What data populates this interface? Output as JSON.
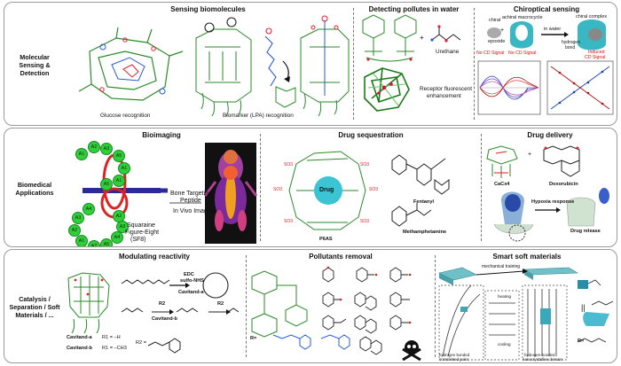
{
  "rows": [
    {
      "label": "Molecular Sensing & Detection"
    },
    {
      "label": "Biomedical Applications"
    },
    {
      "label": "Catalysis / Separation / Soft Materials / ..."
    }
  ],
  "row1": {
    "sensing": {
      "title": "Sensing biomolecules",
      "cap_glucose": "Glucose recognition",
      "cap_lpa": "Biomarker (LPA) recognition"
    },
    "pollutes": {
      "title": "Detecting pollutes in water",
      "urethane": "Urethane",
      "receptor_l1": "Receptor fluorescent",
      "receptor_l2": "enhancement",
      "plus": "+"
    },
    "chiro": {
      "title": "Chiroptical sensing",
      "chiral_epoxide_l1": "chiral",
      "chiral_epoxide_l2": "epoxide",
      "achiral": "achiral macrocycle",
      "in_water": "in water",
      "chiral_complex": "chiral complex",
      "hbond_l1": "hydrogen",
      "hbond_l2": "bond",
      "nocd1": "No CD Signal",
      "nocd2": "No CD Signal",
      "induced_l1": "Induced",
      "induced_l2": "CD Signal",
      "plus": "+"
    }
  },
  "row2": {
    "bioimaging": {
      "title": "Bioimaging",
      "bone_l1": "Bone Targeting",
      "bone_l2": "Peptide",
      "invivo": "In Vivo Imaging",
      "sq_l1": "Squaraine",
      "sq_l2": "Figure-Eight",
      "sq_l3": "(SF8)",
      "beads": [
        "A1",
        "A2",
        "A3",
        "A5",
        "A1",
        "A1",
        "A5",
        "A4",
        "A3",
        "A2",
        "A1",
        "A2",
        "A5",
        "A4",
        "A3",
        "A2"
      ]
    },
    "drugseq": {
      "title": "Drug sequestration",
      "drug": "Drug",
      "fentanyl": "Fentanyl",
      "meth": "Methamphetamine",
      "p6as": "P6AS",
      "so3": "SO3"
    },
    "delivery": {
      "title": "Drug delivery",
      "cacx4": "CaCx4",
      "doxo": "Doxorubicin",
      "hypoxia": "Hypoxia response",
      "release": "Drug release",
      "plus": "+"
    }
  },
  "row3": {
    "reactivity": {
      "title": "Modulating reactivity",
      "edc": "EDC",
      "sulfo": "sulfo-NHS",
      "cav_a": "Cavitand-a",
      "cav_b": "Cavitand-b",
      "cav_a2": "Cavitand-a",
      "cav_b2": "Cavitand-b",
      "r1a": "R1 = –H",
      "r1b": "R1 = –CH3",
      "r2": "R2 =",
      "r2_label": "R2",
      "r2_label2": "R2"
    },
    "pollutants": {
      "title": "Pollutants removal",
      "r_eq": "R="
    },
    "soft": {
      "title": "Smart soft materials",
      "mech": "mechanical training",
      "hb_l1": "hydrogen bonded",
      "hb_l2": "crosslinked point",
      "nano_l1": "hydrogen-bonded",
      "nano_l2": "nanocrystalline domain",
      "heating": "heating",
      "cooling": "cooling",
      "equals": "||",
      "r_eq": "R="
    }
  }
}
